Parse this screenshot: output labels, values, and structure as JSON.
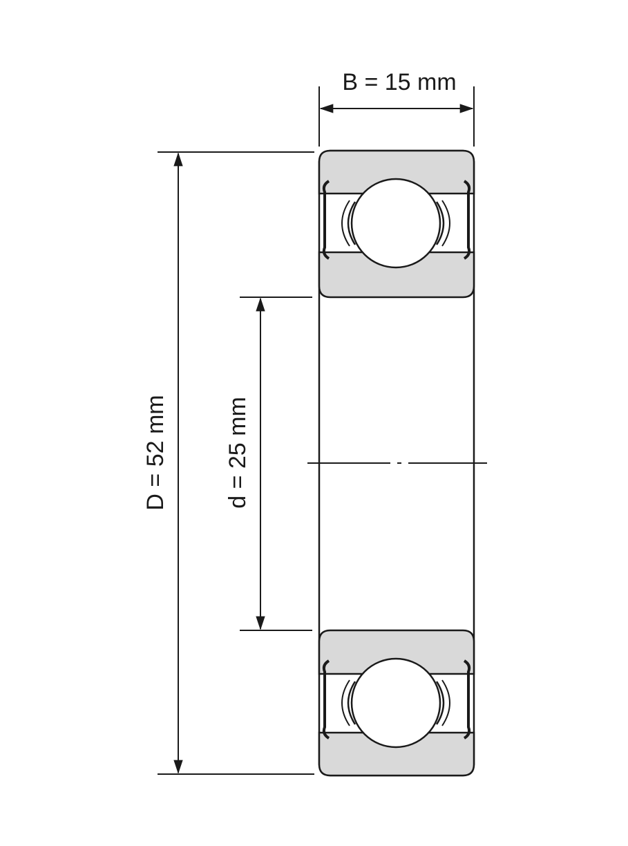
{
  "dimensions": {
    "width_label": "B = 15 mm",
    "outer_diameter_label": "D = 52 mm",
    "inner_diameter_label": "d = 25 mm"
  },
  "colors": {
    "ring_fill": "#d9d9d9",
    "line": "#1a1a1a"
  }
}
